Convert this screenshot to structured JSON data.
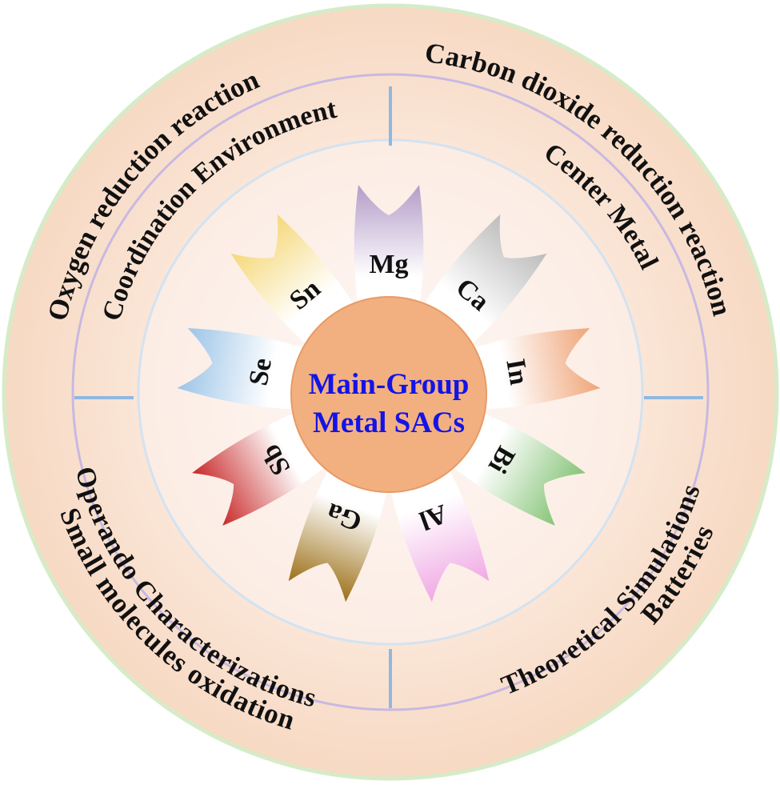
{
  "center": {
    "line1": "Main-Group",
    "line2": "Metal SACs",
    "text_color": "#1414e6",
    "fill_color": "#f2b080"
  },
  "outer_ring": [
    {
      "text": "Oxygen reduction reaction"
    },
    {
      "text": "Carbon dioxide reduction reaction"
    },
    {
      "text": "Batteries"
    },
    {
      "text": "Small molecules oxidation"
    }
  ],
  "middle_ring": [
    {
      "text": "Coordination Environment"
    },
    {
      "text": "Center Metal"
    },
    {
      "text": "Theoretical Simulations"
    },
    {
      "text": "Operando Characterizations"
    }
  ],
  "petals": [
    {
      "label": "Mg",
      "color": "#b49cc8"
    },
    {
      "label": "Ca",
      "color": "#bcbcbc"
    },
    {
      "label": "In",
      "color": "#f0a478"
    },
    {
      "label": "Bi",
      "color": "#86c478"
    },
    {
      "label": "Al",
      "color": "#f0a8e4"
    },
    {
      "label": "Ga",
      "color": "#9c7018"
    },
    {
      "label": "Sb",
      "color": "#c82828"
    },
    {
      "label": "Se",
      "color": "#9cc4e8"
    },
    {
      "label": "Sn",
      "color": "#f5d878"
    }
  ],
  "colors": {
    "outer_disc": "#f7d9c3",
    "outer_edge": "#d6ebc8",
    "ring_line": "#c9b8e2",
    "divider": "#8fb8e0"
  }
}
